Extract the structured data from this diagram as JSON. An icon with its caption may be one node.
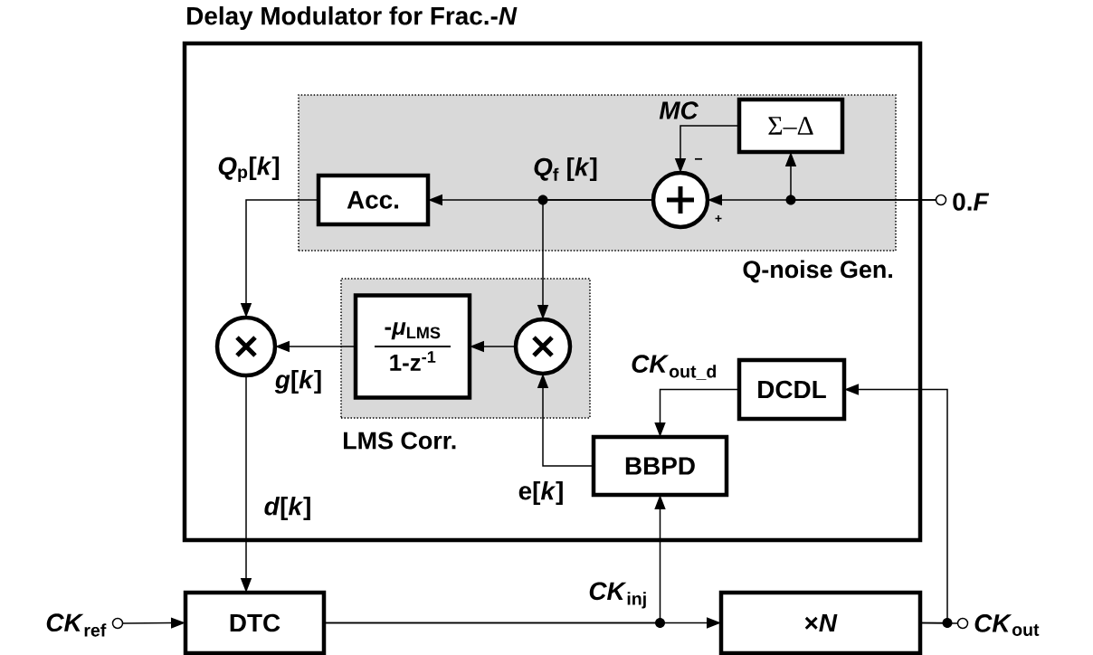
{
  "diagram": {
    "nodes": [
      {
        "text": [
          "Delay Modulator for Frac.-*N*"
        ]
      },
      {
        "text": [
          "Q-noise Gen."
        ],
        "in": 0
      },
      {
        "text": [
          "LMS Corr."
        ],
        "in": 0
      },
      {
        "text": [
          "Acc."
        ],
        "in": 1
      },
      {
        "text": [
          "Σ–Δ"
        ],
        "in": 1
      },
      {
        "text": [],
        "shape": "circle",
        "in": 1,
        "beside": [
          "−",
          "+"
        ]
      },
      {
        "text": [],
        "shape": "circle",
        "in": 2
      },
      {
        "text": [
          "-*μ*$_{LMS}$",
          "1-z$^{-1}$"
        ],
        "in": 2
      },
      {
        "text": [],
        "shape": "circle",
        "in": 0
      },
      {
        "text": [
          "DCDL"
        ],
        "in": 0
      },
      {
        "text": [
          "BBPD"
        ],
        "in": 0
      },
      {
        "text": [
          "DTC"
        ]
      },
      {
        "text": [
          "×*N*"
        ]
      },
      {
        "text": [],
        "shape": "circle",
        "beside": [
          "0.*F*"
        ]
      },
      {
        "text": [],
        "shape": "circle",
        "beside": [
          "*CK*$_{ref}$"
        ]
      },
      {
        "text": [],
        "shape": "circle",
        "beside": [
          "*CK*$_{out}$"
        ]
      }
    ],
    "edges": [
      {
        "from": 5,
        "to": 3,
        "arrow": "to",
        "label": "*Q*$_{f}$ [*k*]"
      },
      {
        "from": 5,
        "to": 6,
        "arrow": "to"
      },
      {
        "from": 3,
        "to": 8,
        "arrow": "to",
        "label": "*Q*$_{p}$[*k*]"
      },
      {
        "from": 4,
        "to": 5,
        "arrow": "to",
        "label": "MC"
      },
      {
        "from": 13,
        "to": 5,
        "arrow": "to"
      },
      {
        "from": 13,
        "to": 4,
        "arrow": "to"
      },
      {
        "from": 6,
        "to": 7,
        "arrow": "to"
      },
      {
        "from": 7,
        "to": 8,
        "arrow": "to",
        "label": "*g*[*k*]"
      },
      {
        "from": 8,
        "to": 11,
        "arrow": "to",
        "label": "*d*[*k*]"
      },
      {
        "from": 10,
        "to": 6,
        "arrow": "to",
        "label": "e[*k*]"
      },
      {
        "from": 9,
        "to": 10,
        "arrow": "to",
        "label": "*CK*$_{out_d}$"
      },
      {
        "from": 14,
        "to": 11,
        "arrow": "to"
      },
      {
        "from": 11,
        "to": 12,
        "arrow": "to"
      },
      {
        "from": 11,
        "to": 10,
        "arrow": "to",
        "label": "*CK*$_{inj}$"
      },
      {
        "from": 12,
        "to": 15,
        "arrow": "none"
      },
      {
        "from": 12,
        "to": 9,
        "arrow": "to"
      }
    ]
  }
}
